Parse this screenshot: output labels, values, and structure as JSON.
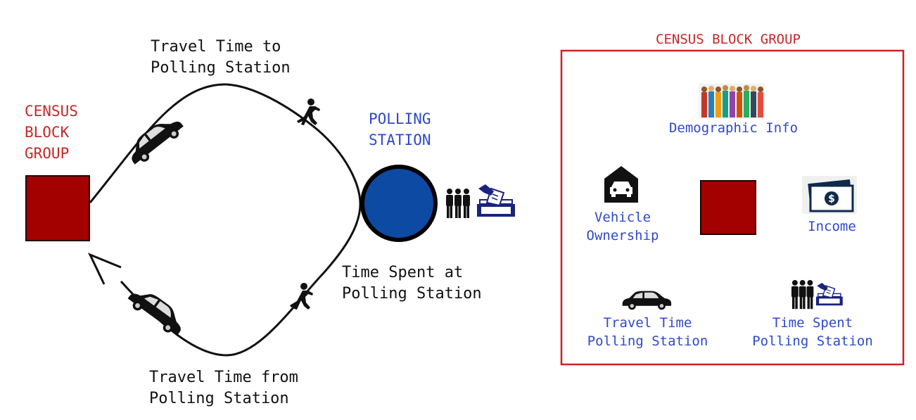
{
  "left_diagram": {
    "origin_label": "CENSUS\nBLOCK\nGROUP",
    "destination_label": "POLLING\nSTATION",
    "travel_to_label": "Travel Time to\nPolling Station",
    "travel_from_label": "Travel Time from\nPolling Station",
    "time_spent_label": "Time Spent at\nPolling Station"
  },
  "right_panel": {
    "title": "CENSUS BLOCK GROUP",
    "demographic_label": "Demographic Info",
    "vehicle_label": "Vehicle\nOwnership",
    "income_label": "Income",
    "travel_time_label": "Travel Time\nPolling Station",
    "time_spent_label": "Time Spent\nPolling Station"
  },
  "colors": {
    "block_fill": "#a30000",
    "station_fill": "#0d4aa3",
    "panel_border": "#cc2222",
    "label_red": "#c62828",
    "label_blue": "#2f49c8",
    "ballot_blue": "#1a237e"
  },
  "icons": [
    "car-icon",
    "walking-person-icon",
    "voters-queue-icon",
    "ballot-box-icon",
    "crowd-icon",
    "garage-car-icon",
    "money-icon"
  ]
}
